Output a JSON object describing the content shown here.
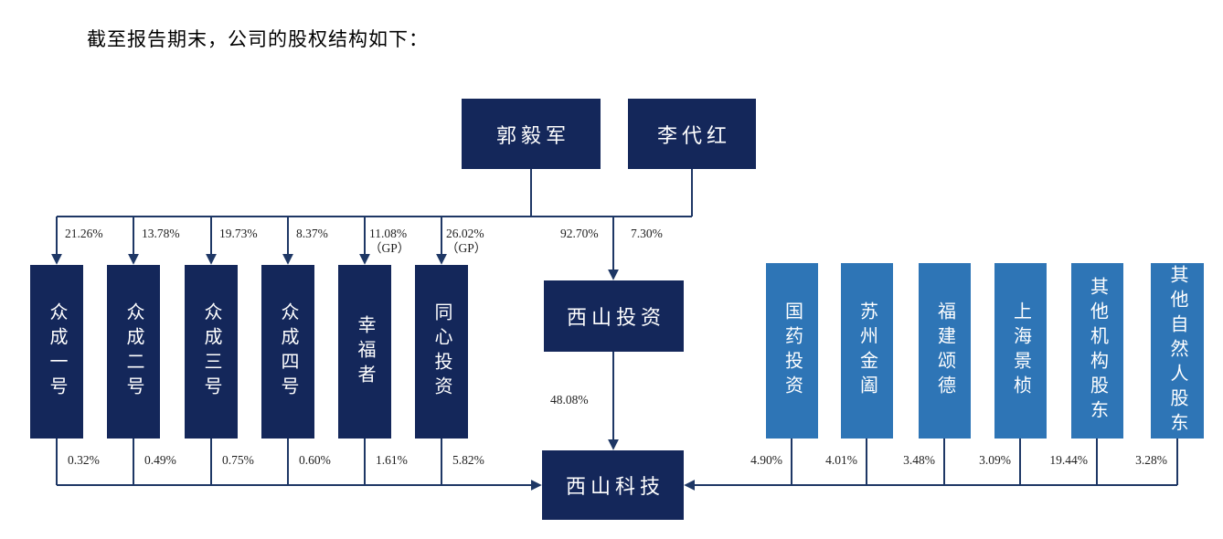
{
  "title": "截至报告期末，公司的股权结构如下：",
  "colors": {
    "box_dark": "#14275a",
    "box_light": "#2e75b6",
    "line": "#1e3765",
    "label_text": "#1f1f1f"
  },
  "founders": [
    {
      "name": "郭毅军",
      "stake_in_holding": "92.70%"
    },
    {
      "name": "李代红",
      "stake_in_holding": "7.30%"
    }
  ],
  "left_shareholders": [
    {
      "name": "众成一号",
      "stake_from_founder": "21.26%",
      "stake_in_company": "0.32%"
    },
    {
      "name": "众成二号",
      "stake_from_founder": "13.78%",
      "stake_in_company": "0.49%"
    },
    {
      "name": "众成三号",
      "stake_from_founder": "19.73%",
      "stake_in_company": "0.75%"
    },
    {
      "name": "众成四号",
      "stake_from_founder": "8.37%",
      "stake_in_company": "0.60%"
    },
    {
      "name": "幸福者",
      "stake_from_founder": "11.08%",
      "note": "（GP）",
      "stake_in_company": "1.61%"
    },
    {
      "name": "同心投资",
      "stake_from_founder": "26.02%",
      "note": "（GP）",
      "stake_in_company": "5.82%"
    }
  ],
  "holding_company": {
    "name": "西山投资",
    "stake_in_company": "48.08%"
  },
  "company": {
    "name": "西山科技"
  },
  "right_shareholders": [
    {
      "name": "国药投资",
      "stake_in_company": "4.90%"
    },
    {
      "name": "苏州金阖",
      "stake_in_company": "4.01%"
    },
    {
      "name": "福建颂德",
      "stake_in_company": "3.48%"
    },
    {
      "name": "上海景桢",
      "stake_in_company": "3.09%"
    },
    {
      "name": "其他机构股东",
      "stake_in_company": "19.44%"
    },
    {
      "name": "其他自然人股东",
      "stake_in_company": "3.28%"
    }
  ]
}
